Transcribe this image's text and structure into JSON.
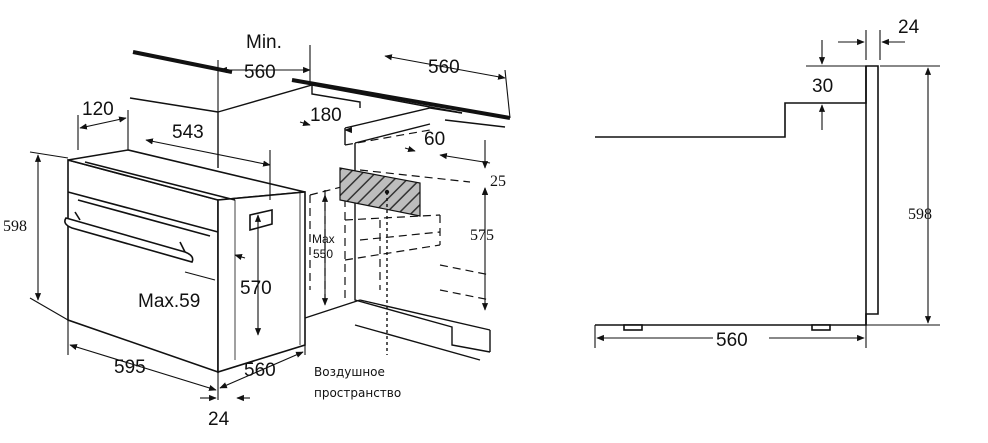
{
  "left_view": {
    "label_min": "Min.",
    "dim_min_width": "560",
    "dim_cabinet_depth": "560",
    "dim_120": "120",
    "dim_543": "543",
    "dim_180": "180",
    "dim_60": "60",
    "dim_25": "25",
    "dim_598": "598",
    "dim_575": "575",
    "label_max": "Max",
    "dim_max_550": "550",
    "dim_570": "570",
    "label_max59": "Max.59",
    "dim_595": "595",
    "dim_560_bottom": "560",
    "dim_24_bottom": "24",
    "caption_line1": "Воздушное",
    "caption_line2": "пространство"
  },
  "right_view": {
    "dim_24": "24",
    "dim_30": "30",
    "dim_598": "598",
    "dim_560": "560"
  }
}
